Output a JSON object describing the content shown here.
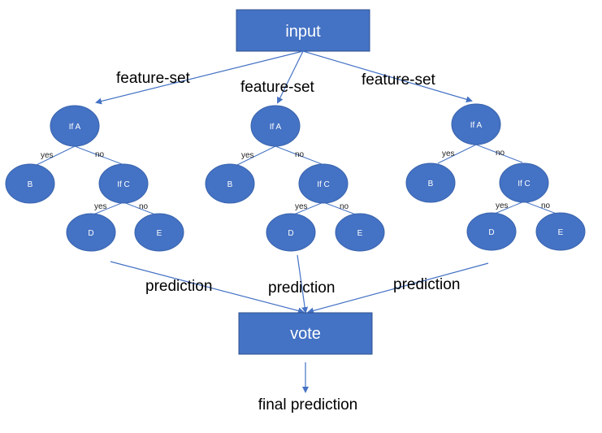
{
  "input_label": "input",
  "vote_label": "vote",
  "feature_set_label": "feature-set",
  "prediction_label": "prediction",
  "final_label": "final prediction",
  "trees": [
    {
      "root": "If A",
      "left_leaf": "B",
      "inner": "If C",
      "leaf_d": "D",
      "leaf_e": "E",
      "yes": "yes",
      "no": "no"
    },
    {
      "root": "If A",
      "left_leaf": "B",
      "inner": "If C",
      "leaf_d": "D",
      "leaf_e": "E",
      "yes": "yes",
      "no": "no"
    },
    {
      "root": "If A",
      "left_leaf": "B",
      "inner": "If C",
      "leaf_d": "D",
      "leaf_e": "E",
      "yes": "yes",
      "no": "no"
    }
  ],
  "colors": {
    "box_fill": "#4472c4",
    "line": "#4472c4",
    "text_on_blue": "#ffffff"
  }
}
